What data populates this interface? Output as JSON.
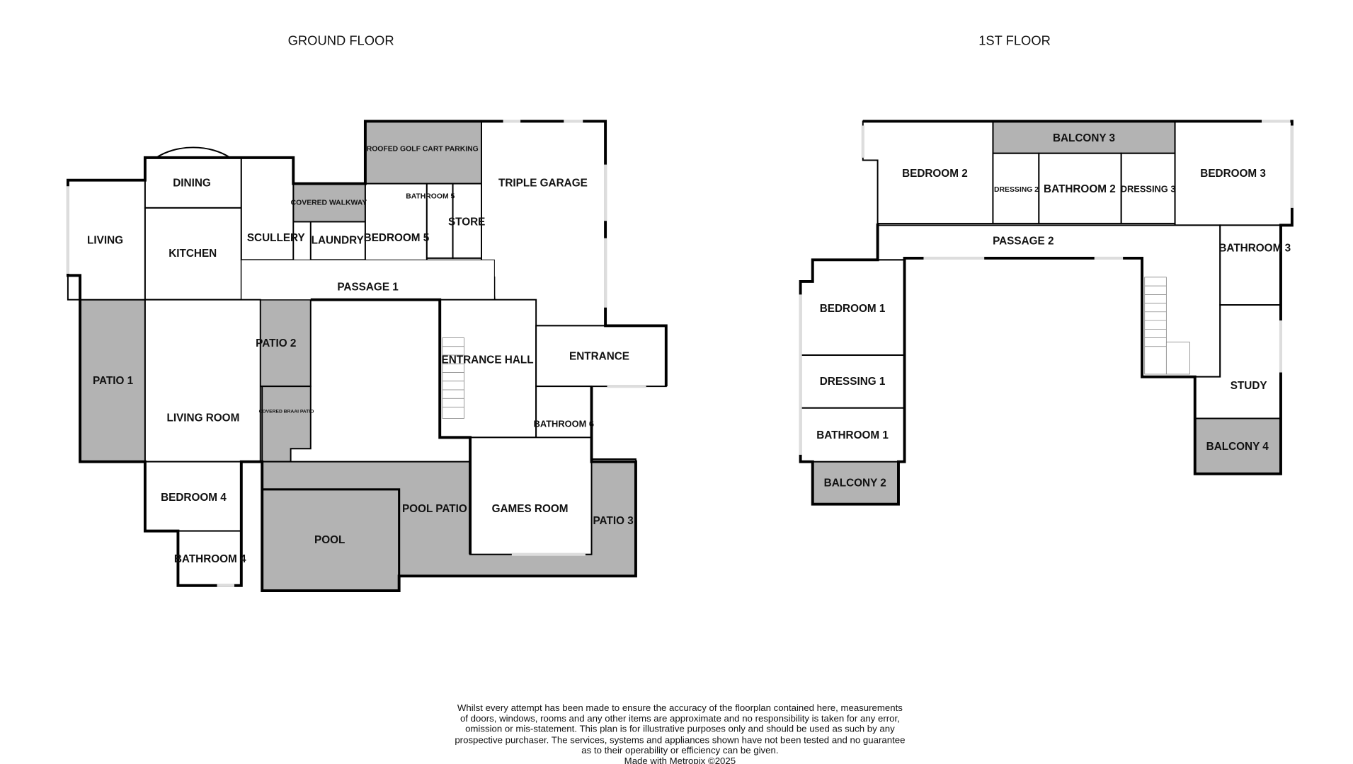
{
  "ground_floor": {
    "title": "GROUND FLOOR",
    "rooms": {
      "living": "LIVING",
      "dining": "DINING",
      "kitchen": "KITCHEN",
      "scullery": "SCULLERY",
      "covered_walkway": "COVERED WALKWAY",
      "laundry": "LAUNDRY",
      "roofed_golf_cart_parking": "ROOFED GOLF CART PARKING",
      "bedroom_5": "BEDROOM 5",
      "bathroom_5": "BATHROOM 5",
      "store": "STORE",
      "triple_garage": "TRIPLE GARAGE",
      "passage_1": "PASSAGE 1",
      "patio_1": "PATIO 1",
      "living_room": "LIVING ROOM",
      "patio_2": "PATIO 2",
      "covered_braai_patio": "COVERED BRAAI PATIO",
      "entrance_hall": "ENTRANCE HALL",
      "entrance": "ENTRANCE",
      "bathroom_6": "BATHROOM 6",
      "bedroom_4": "BEDROOM 4",
      "bathroom_4": "BATHROOM 4",
      "pool_patio": "POOL PATIO",
      "pool": "POOL",
      "games_room": "GAMES ROOM",
      "patio_3": "PATIO 3"
    }
  },
  "first_floor": {
    "title": "1ST FLOOR",
    "rooms": {
      "bedroom_2": "BEDROOM 2",
      "balcony_3": "BALCONY 3",
      "dressing_2": "DRESSING 2",
      "bathroom_2": "BATHROOM 2",
      "dressing_3": "DRESSING 3",
      "bedroom_3": "BEDROOM 3",
      "passage_2": "PASSAGE 2",
      "bathroom_3": "BATHROOM 3",
      "bedroom_1": "BEDROOM 1",
      "dressing_1": "DRESSING 1",
      "bathroom_1": "BATHROOM 1",
      "balcony_2": "BALCONY 2",
      "study": "STUDY",
      "balcony_4": "BALCONY 4"
    }
  },
  "disclaimer": {
    "lines": [
      "Whilst every attempt has been made to ensure the accuracy of the floorplan contained here, measurements",
      "of doors, windows, rooms and any other items are approximate and no responsibility is taken for any error,",
      "omission or mis-statement. This plan is for illustrative purposes only and should be used as such by any",
      "prospective purchaser. The services, systems and appliances shown have not been tested and no guarantee",
      "as to their operability or efficiency can be given.",
      "Made with Metropix ©2025"
    ]
  },
  "colors": {
    "outdoor_fill": "#b3b3b3",
    "wall": "#000000"
  }
}
